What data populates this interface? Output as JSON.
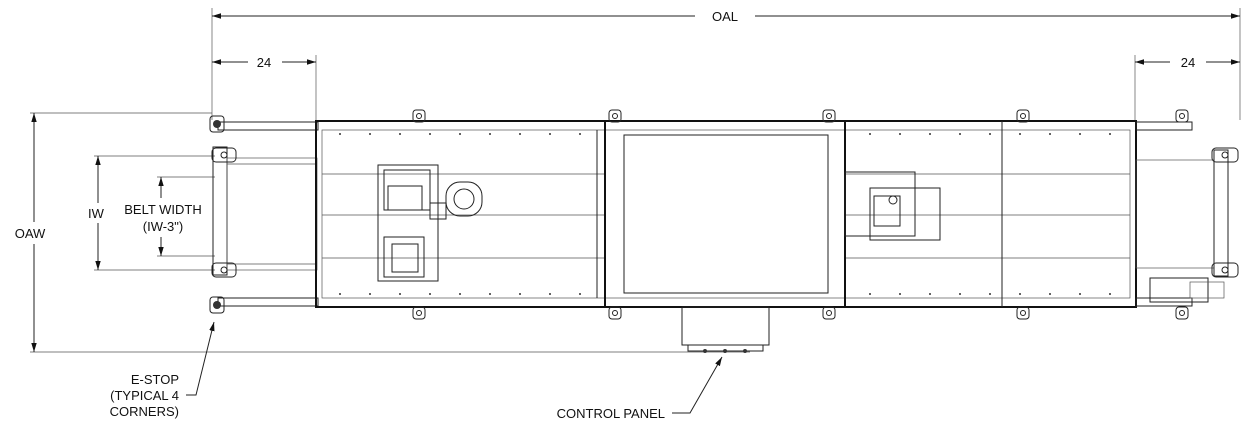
{
  "dimensions": {
    "overall_length": "OAL",
    "overall_width": "OAW",
    "inside_width": "IW",
    "left_extension": "24",
    "right_extension": "24",
    "belt_width_line1": "BELT WIDTH",
    "belt_width_line2": "(IW-3\")"
  },
  "callouts": {
    "estop_line1": "E-STOP",
    "estop_line2": "(TYPICAL 4",
    "estop_line3": "CORNERS)",
    "control_panel": "CONTROL PANEL"
  }
}
